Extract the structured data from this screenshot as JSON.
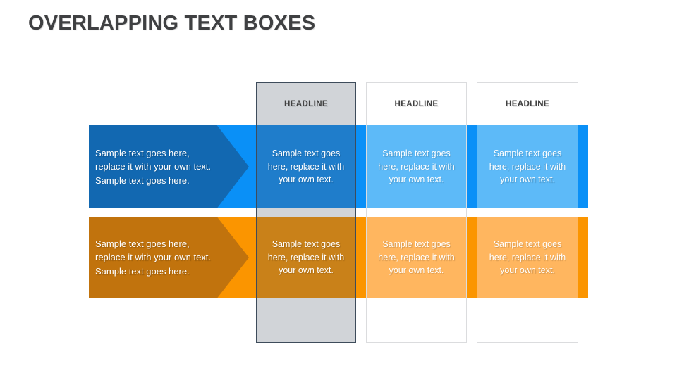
{
  "title": "OVERLAPPING TEXT BOXES",
  "colors": {
    "background": "#ffffff",
    "title_text": "#3f4042",
    "band_blue_bright": "#0a90f7",
    "arrow_blue_dark": "#1268b1",
    "cell_blue_selected": "#1f7dcb",
    "cell_blue_light": "#5dbaf8",
    "band_orange_bright": "#fb9500",
    "arrow_orange_dark": "#c1730d",
    "cell_orange_selected": "#c98119",
    "cell_orange_light": "#ffb65f",
    "column_selected_fill": "#d1d4d8",
    "column_selected_border": "#3e4c5b",
    "column_border": "#dbdcde",
    "headline_text": "#404040",
    "body_text": "#ffffff"
  },
  "bands": [
    {
      "id": "blue",
      "arrow_lines": [
        "Sample text goes here,",
        "replace it with your own text.",
        "Sample text goes here."
      ]
    },
    {
      "id": "orange",
      "arrow_lines": [
        "Sample text goes here,",
        "replace it with your own text.",
        "Sample text goes here."
      ]
    }
  ],
  "columns": [
    {
      "headline": "HEADLINE",
      "blue_lines": [
        "Sample text goes",
        "here, replace it with",
        "your own text."
      ],
      "orange_lines": [
        "Sample text goes",
        "here, replace it with",
        "your own text."
      ]
    },
    {
      "headline": "HEADLINE",
      "blue_lines": [
        "Sample text goes",
        "here, replace it with",
        "your own text."
      ],
      "orange_lines": [
        "Sample text goes",
        "here, replace it with",
        "your own text."
      ]
    },
    {
      "headline": "HEADLINE",
      "blue_lines": [
        "Sample text goes",
        "here, replace it with",
        "your own text."
      ],
      "orange_lines": [
        "Sample text goes",
        "here, replace it with",
        "your own text."
      ]
    }
  ]
}
